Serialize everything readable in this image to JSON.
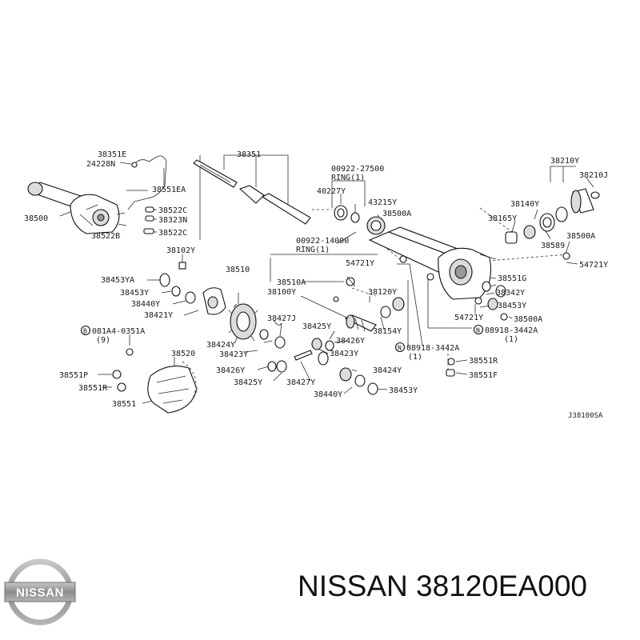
{
  "diagram": {
    "drawing_code": "J38100SA",
    "labels": {
      "l38351e": "38351E",
      "l24228n": "24228N",
      "l38351ea": "38551EA",
      "l38522c_a": "38522C",
      "l38323n": "38323N",
      "l38522c_b": "38522C",
      "l38500": "38500",
      "l38522b": "38522B",
      "l38351": "38351",
      "l00922_27500": "00922-27500",
      "lring1_a": "RING(1)",
      "l40227y": "40227Y",
      "l43215y": "43215Y",
      "l38500a_a": "38500A",
      "l00922_14000": "00922-14000",
      "lring1_b": "RING(1)",
      "l38210y": "38210Y",
      "l38210j": "38210J",
      "l38140y": "38140Y",
      "l38165y": "38165Y",
      "l38589": "38589",
      "l38500a_b": "38500A",
      "l54721y_a": "54721Y",
      "l38102y": "38102Y",
      "l38510": "38510",
      "l54721y_b": "54721Y",
      "l38453ya": "38453YA",
      "l38453y_a": "38453Y",
      "l38510a": "38510A",
      "l38100y": "38100Y",
      "l38120y": "38120Y",
      "l38551g": "38551G",
      "l38342y": "38342Y",
      "l38440y_a": "38440Y",
      "l38453y_b": "38453Y",
      "l38421y": "38421Y",
      "l38427j": "38427J",
      "l54721y_c": "54721Y",
      "l38500a_c": "38500A",
      "l38425y_a": "38425Y",
      "l38154y": "38154Y",
      "l08918_a": "08918-3442A",
      "l08918_a_qty": "(1)",
      "l081a4": "081A4-0351A",
      "l081a4_qty": "(9)",
      "l38424y_a": "38424Y",
      "l38426y_a": "38426Y",
      "l38423y_a": "38423Y",
      "l38423y_b": "38423Y",
      "l08918_b": "08918-3442A",
      "l08918_b_qty": "(1)",
      "l38520": "38520",
      "l38551r_a": "38551R",
      "l38426y_b": "38426Y",
      "l38424y_b": "38424Y",
      "l38551p": "38551P",
      "l38551f": "38551F",
      "l38425y_b": "38425Y",
      "l38427y": "38427Y",
      "l38551r_b": "38551R",
      "l38440y_b": "38440Y",
      "l38453y_c": "38453Y",
      "l38551": "38551",
      "circle_b": "B",
      "circle_n1": "N",
      "circle_n2": "N"
    }
  },
  "brand": {
    "logo_text": "NISSAN",
    "logo_color": "#9a9a9a"
  },
  "caption": {
    "text": "NISSAN 38120EA000"
  }
}
